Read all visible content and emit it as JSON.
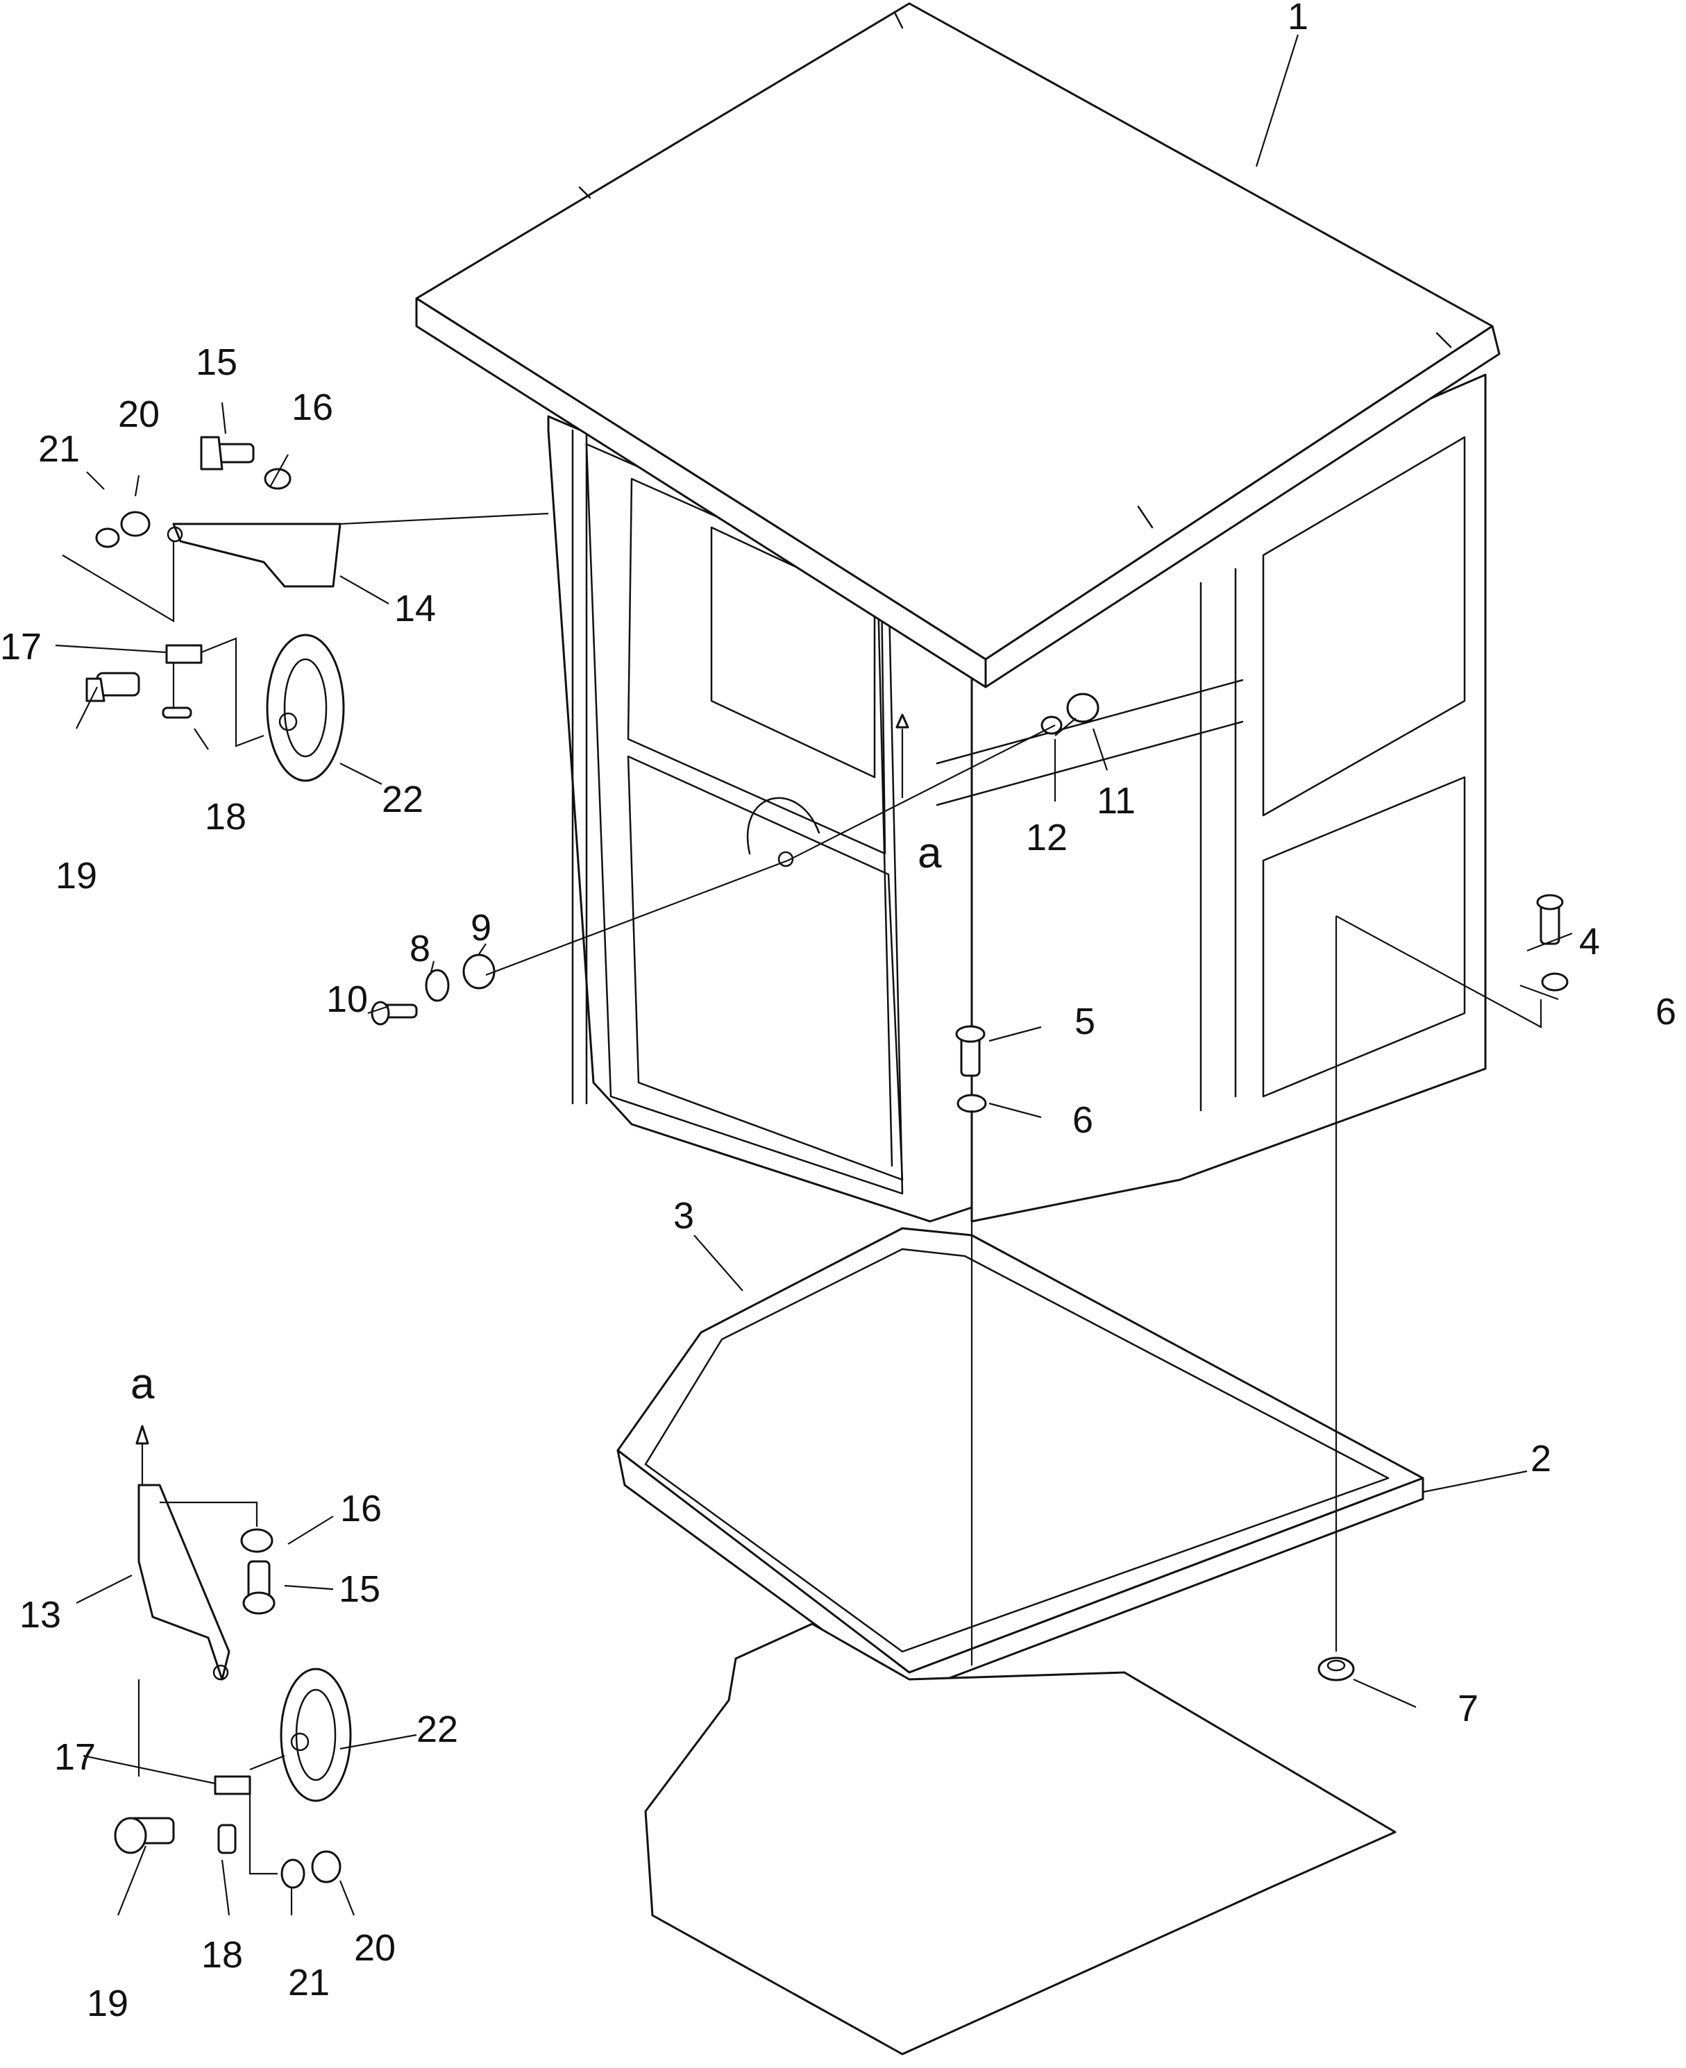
{
  "diagram": {
    "callouts": {
      "c1": "1",
      "c2": "2",
      "c3": "3",
      "c4": "4",
      "c5": "5",
      "c6a": "6",
      "c6b": "6",
      "c7": "7",
      "c8": "8",
      "c9": "9",
      "c10": "10",
      "c11": "11",
      "c12": "12",
      "c13": "13",
      "c14": "14",
      "c15a": "15",
      "c15b": "15",
      "c16a": "16",
      "c16b": "16",
      "c17a": "17",
      "c17b": "17",
      "c18a": "18",
      "c18b": "18",
      "c19a": "19",
      "c19b": "19",
      "c20a": "20",
      "c20b": "20",
      "c21a": "21",
      "c21b": "21",
      "c22a": "22",
      "c22b": "22"
    },
    "reference_marks": {
      "a_top": "a",
      "a_bottom": "a"
    }
  }
}
